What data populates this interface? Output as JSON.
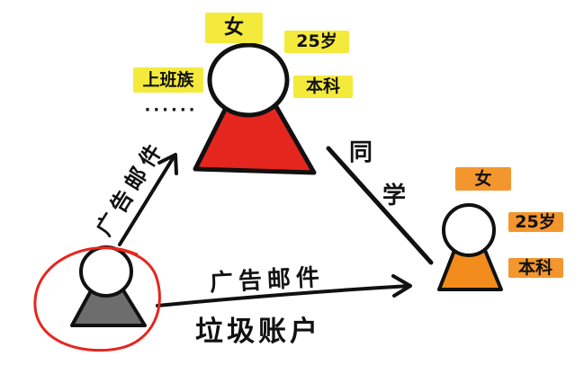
{
  "colors": {
    "background": "#ffffff",
    "ink": "#111111",
    "primary_person": "#e5261f",
    "classmate_person": "#f28c1c",
    "spam_person": "#6d6d6d",
    "spam_highlight": "#e5261f",
    "yellow_tag": "#f4ea3c",
    "orange_tag": "#f3962e"
  },
  "primary_person": {
    "tags": {
      "gender": "女",
      "age": "25岁",
      "occupation": "上班族",
      "education": "本科"
    },
    "more_tags": "......"
  },
  "classmate_person": {
    "tags": {
      "gender": "女",
      "age": "25岁",
      "education": "本科"
    }
  },
  "spam_person": {
    "label": "垃圾账户"
  },
  "edges": {
    "spam_to_primary": {
      "label": "广告邮件"
    },
    "spam_to_classmate": {
      "label": "广告邮件"
    },
    "primary_to_classmate": {
      "label": [
        "同",
        "学"
      ]
    }
  }
}
